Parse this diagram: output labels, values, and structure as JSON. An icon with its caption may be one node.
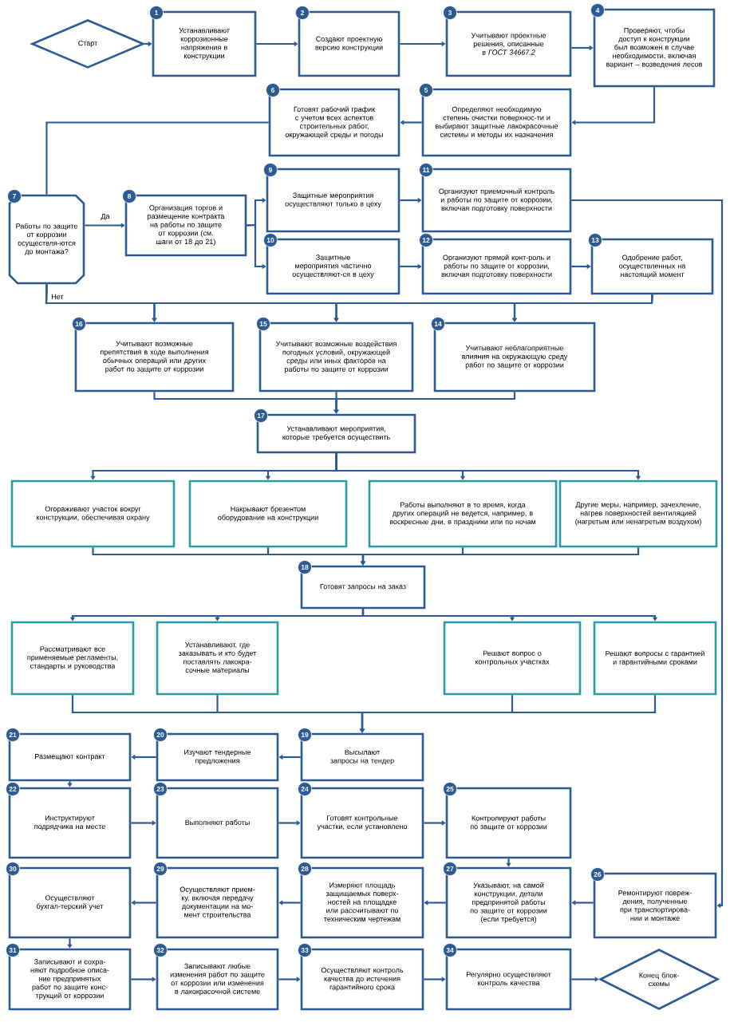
{
  "diagram": {
    "nodes": [
      {
        "text": [
          "Старт"
        ]
      },
      {
        "text": [
          "1",
          "Устанавливают коррозионные напряжения в конструкции"
        ]
      },
      {
        "text": [
          "2",
          "Создают проектную версию конструкции"
        ]
      },
      {
        "text": [
          "3",
          "Учитывают проектные решения, описанные в *ГОСТ 34667.2*"
        ]
      },
      {
        "text": [
          "4",
          "Проверяют, чтобы доступ к конструкции был возможен в случае необходимости, включая вариант – возведения лесов"
        ]
      },
      {
        "text": [
          "5",
          "Определяют необходимую степень очистки поверхнос-ти и выбирают защитные лакокрасочные системы и методы их назначения"
        ]
      },
      {
        "text": [
          "6",
          "Готовят рабочий график с учетом всех аспектов строительных работ, окружающей среды и погоды"
        ]
      },
      {
        "text": [
          "7",
          "Работы по защите от коррозии осуществля-ются до монтажа?"
        ]
      },
      {
        "text": [
          "8",
          "Организация торгов и размещение контракта на работы по защите от коррозии (см. шаги от 18 до 21)"
        ]
      },
      {
        "text": [
          "9",
          "Защитные мероприятия осуществляют только в цеху"
        ]
      },
      {
        "text": [
          "10",
          "Защитные мероприятия частично осуществляют-ся в цеху"
        ]
      },
      {
        "text": [
          "11",
          "Организуют приемочный контроль и работы по защите от коррозии, включая подготовку поверхности"
        ]
      },
      {
        "text": [
          "12",
          "Организуют прямой конт-роль и работы по защите от коррозии, включая подготовку поверхности"
        ]
      },
      {
        "text": [
          "13",
          "Одобрение работ, осуществленных на настоящий момент"
        ]
      },
      {
        "text": [
          "16",
          "Учитывают возможные препятствия в ходе выполнения обычных операций или других работ по защите от коррозии"
        ]
      },
      {
        "text": [
          "15",
          "Учитывают возможные воздействия погодных условий, окружающей среды или иных факторов на работы по защите от коррозии"
        ]
      },
      {
        "text": [
          "14",
          "Учитывают неблагоприятные влияния на окружающую среду работ по защите от коррозии"
        ]
      },
      {
        "text": [
          "17",
          "Устанавливают мероприятия, которые требуется осуществить"
        ]
      },
      {
        "text": [
          "Огораживают участок вокруг конструкции, обеспечивая охрану"
        ]
      },
      {
        "text": [
          "Накрывают брезентом оборудование на конструкции"
        ]
      },
      {
        "text": [
          "Работы выполняют в то время, когда других операций не ведется, например, в воскресные дни, в праздники или по ночам"
        ]
      },
      {
        "text": [
          "Другие меры, например, зачехление, нагрев поверхностей вентиляцией (нагретым или ненагретым воздухом)"
        ]
      },
      {
        "text": [
          "18",
          "Готовят запросы на заказ"
        ]
      },
      {
        "text": [
          "Рассматривают все применяемые регламенты, стандарты и руководства"
        ]
      },
      {
        "text": [
          "Устанавливают, где заказывать и кто будет поставлять лакокра-сочные материалы"
        ]
      },
      {
        "text": [
          "Решают вопрос о контрольных участках"
        ]
      },
      {
        "text": [
          "Решают вопросы с гарантией и гарантийными сроками"
        ]
      },
      {
        "text": [
          "21",
          "Размещают контракт"
        ]
      },
      {
        "text": [
          "20",
          "Изучают тендерные предложения"
        ]
      },
      {
        "text": [
          "19",
          "Высылают запросы на тендер"
        ]
      },
      {
        "text": [
          "22",
          "Инструктируют подрядчика на месте"
        ]
      },
      {
        "text": [
          "23",
          "Выполняют работы"
        ]
      },
      {
        "text": [
          "24",
          "Готовят контрольные участки, если установлено"
        ]
      },
      {
        "text": [
          "25",
          "Контролируют работы по защите от коррозии"
        ]
      },
      {
        "text": [
          "30",
          "Осуществляют бухгал-терский учет"
        ]
      },
      {
        "text": [
          "29",
          "Осуществляют прием-ку, включая передачу документации на мо-мент строительства"
        ]
      },
      {
        "text": [
          "28",
          "Измеряют площадь защищаемых поверх-ностей на площадке или рассчитывают по техническим чертежам"
        ]
      },
      {
        "text": [
          "27",
          "Указывают, на самой конструкции, детали предпринятой работы по защите от коррозии (если требуется)"
        ]
      },
      {
        "text": [
          "26",
          "Ремонтируют повреж-дения, полученные при транспортирова-нии и монтаже"
        ]
      },
      {
        "text": [
          "31",
          "Записывают и сохра-няют подробное описа-ние предпринятых работ по защите конс-трукций от коррозии"
        ]
      },
      {
        "text": [
          "32",
          "Записывают любые изменения работ по защите от коррозии или изменения в лакокрасочной системе"
        ]
      },
      {
        "text": [
          "33",
          "Осуществляют контроль качества до истечения гарантийного срока"
        ]
      },
      {
        "text": [
          "34",
          "Регулярно осуществляют контроль качества"
        ]
      },
      {
        "text": [
          "Конец блок-схемы"
        ]
      }
    ],
    "edges": [
      {
        "from": 0,
        "to": 1,
        "arrow": "to"
      },
      {
        "from": 1,
        "to": 2,
        "arrow": "to"
      },
      {
        "from": 2,
        "to": 3,
        "arrow": "to"
      },
      {
        "from": 3,
        "to": 4,
        "arrow": "to"
      },
      {
        "from": 4,
        "to": 5,
        "arrow": "to"
      },
      {
        "from": 5,
        "to": 6,
        "arrow": "to"
      },
      {
        "from": 6,
        "to": 7,
        "arrow": "none"
      },
      {
        "from": 7,
        "to": 8,
        "arrow": "to",
        "label": "Да"
      },
      {
        "from": 8,
        "to": 9,
        "arrow": "to"
      },
      {
        "from": 8,
        "to": 10,
        "arrow": "to"
      },
      {
        "from": 9,
        "to": 11,
        "arrow": "to"
      },
      {
        "from": 10,
        "to": 12,
        "arrow": "to"
      },
      {
        "from": 12,
        "to": 13,
        "arrow": "to"
      },
      {
        "from": 11,
        "to": 38,
        "arrow": "to"
      },
      {
        "from": 7,
        "to": 14,
        "arrow": "to",
        "label": "Нет"
      },
      {
        "from": 7,
        "to": 15,
        "arrow": "to"
      },
      {
        "from": 7,
        "to": 16,
        "arrow": "to"
      },
      {
        "from": 13,
        "to": 14,
        "arrow": "to"
      },
      {
        "from": 13,
        "to": 15,
        "arrow": "to"
      },
      {
        "from": 13,
        "to": 16,
        "arrow": "to"
      },
      {
        "from": 14,
        "to": 17,
        "arrow": "to"
      },
      {
        "from": 15,
        "to": 17,
        "arrow": "to"
      },
      {
        "from": 16,
        "to": 17,
        "arrow": "to"
      },
      {
        "from": 17,
        "to": 18,
        "arrow": "to"
      },
      {
        "from": 17,
        "to": 19,
        "arrow": "to"
      },
      {
        "from": 17,
        "to": 20,
        "arrow": "to"
      },
      {
        "from": 17,
        "to": 21,
        "arrow": "to"
      },
      {
        "from": 18,
        "to": 22,
        "arrow": "to"
      },
      {
        "from": 19,
        "to": 22,
        "arrow": "to"
      },
      {
        "from": 20,
        "to": 22,
        "arrow": "to"
      },
      {
        "from": 21,
        "to": 22,
        "arrow": "to"
      },
      {
        "from": 22,
        "to": 23,
        "arrow": "to"
      },
      {
        "from": 22,
        "to": 24,
        "arrow": "to"
      },
      {
        "from": 22,
        "to": 25,
        "arrow": "to"
      },
      {
        "from": 22,
        "to": 26,
        "arrow": "to"
      },
      {
        "from": 23,
        "to": 29,
        "arrow": "to"
      },
      {
        "from": 24,
        "to": 29,
        "arrow": "to"
      },
      {
        "from": 25,
        "to": 29,
        "arrow": "to"
      },
      {
        "from": 26,
        "to": 29,
        "arrow": "to"
      },
      {
        "from": 29,
        "to": 28,
        "arrow": "to"
      },
      {
        "from": 28,
        "to": 27,
        "arrow": "to"
      },
      {
        "from": 27,
        "to": 30,
        "arrow": "to"
      },
      {
        "from": 30,
        "to": 31,
        "arrow": "to"
      },
      {
        "from": 31,
        "to": 32,
        "arrow": "to"
      },
      {
        "from": 32,
        "to": 33,
        "arrow": "to"
      },
      {
        "from": 33,
        "to": 37,
        "arrow": "to"
      },
      {
        "from": 38,
        "to": 37,
        "arrow": "to"
      },
      {
        "from": 37,
        "to": 36,
        "arrow": "to"
      },
      {
        "from": 36,
        "to": 35,
        "arrow": "to"
      },
      {
        "from": 35,
        "to": 34,
        "arrow": "to"
      },
      {
        "from": 34,
        "to": 39,
        "arrow": "to"
      },
      {
        "from": 39,
        "to": 40,
        "arrow": "to"
      },
      {
        "from": 40,
        "to": 41,
        "arrow": "to"
      },
      {
        "from": 41,
        "to": 42,
        "arrow": "to"
      },
      {
        "from": 42,
        "to": 43,
        "arrow": "to"
      }
    ]
  }
}
